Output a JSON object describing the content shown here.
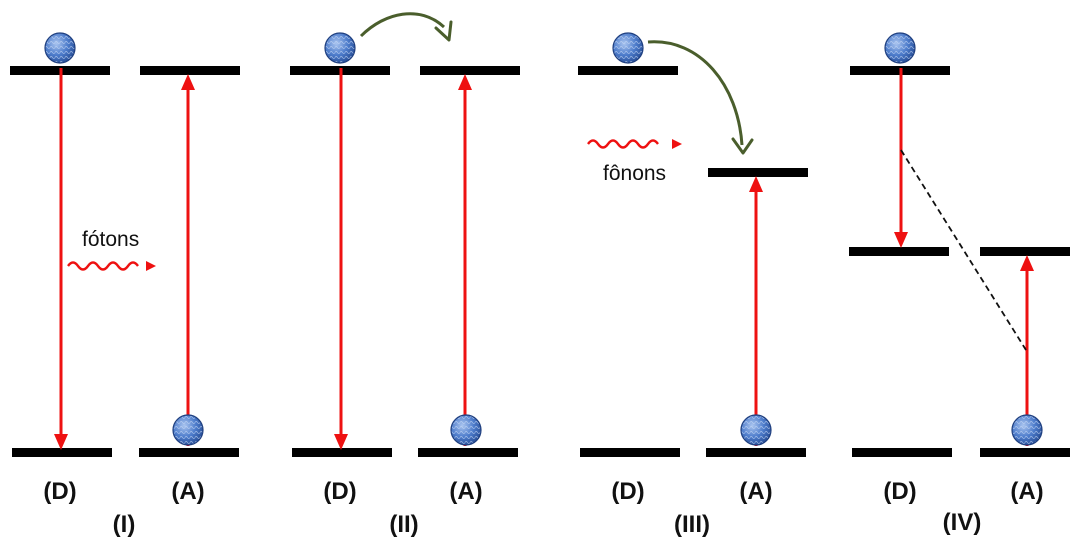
{
  "colors": {
    "level": "#000000",
    "transition": "#ee1111",
    "transfer_arrow": "#4a5e2c",
    "electron": "#3d6fbf",
    "dashed": "#111111"
  },
  "icons": {
    "electron": "electron-sphere-icon",
    "wave": "wavy-arrow-icon"
  },
  "panels": [
    {
      "roman": "(I)",
      "donor_label": "(D)",
      "acceptor_label": "(A)",
      "mediator_label": "fótons"
    },
    {
      "roman": "(II)",
      "donor_label": "(D)",
      "acceptor_label": "(A)"
    },
    {
      "roman": "(III)",
      "donor_label": "(D)",
      "acceptor_label": "(A)",
      "mediator_label": "fônons"
    },
    {
      "roman": "(IV)",
      "donor_label": "(D)",
      "acceptor_label": "(A)"
    }
  ]
}
